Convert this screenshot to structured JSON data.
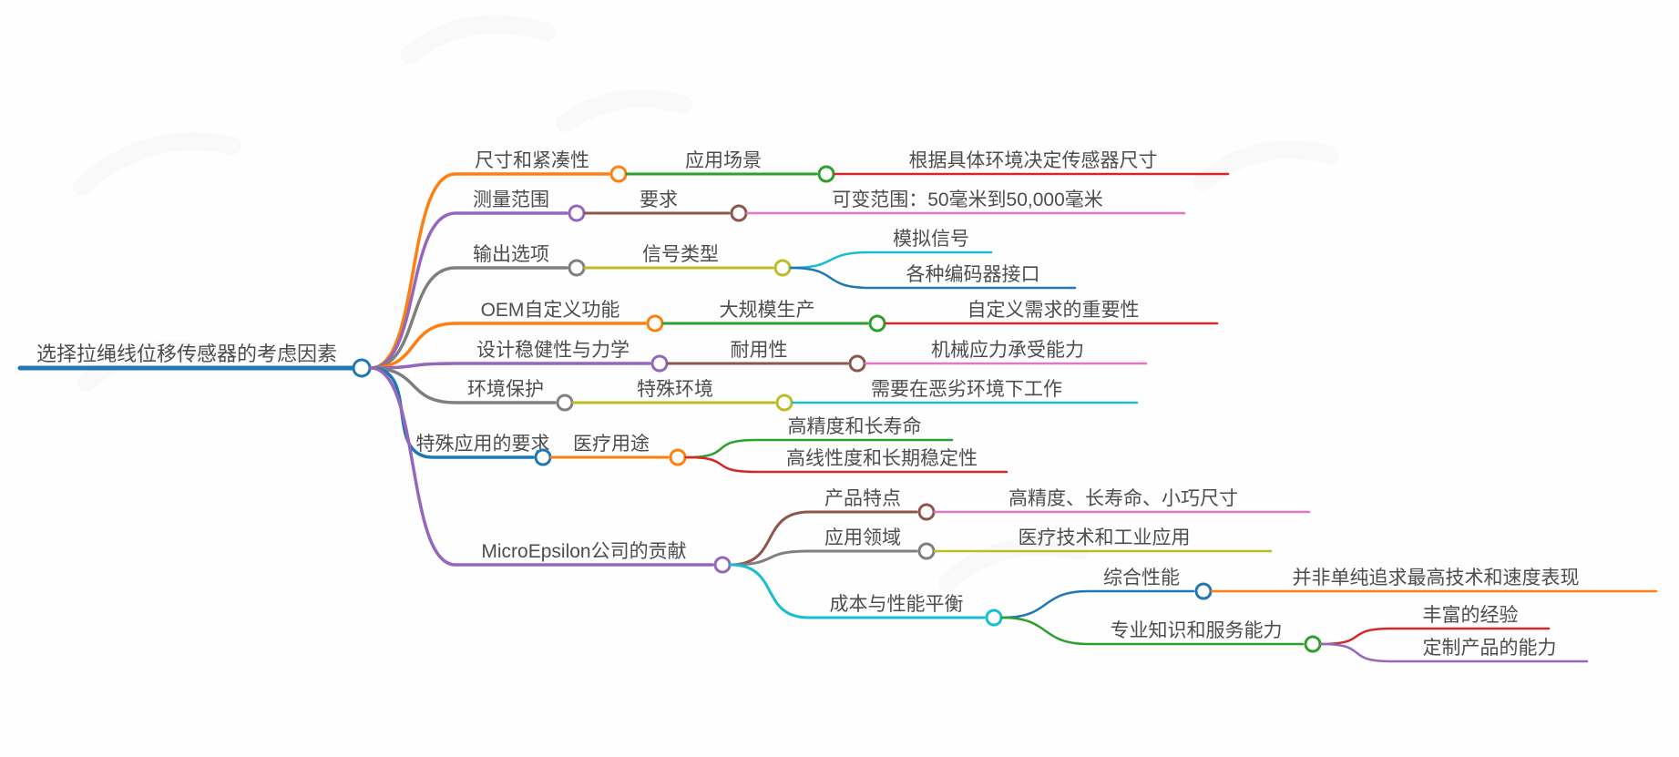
{
  "colors": {
    "blue": "#1f77b4",
    "orange": "#ff7f0e",
    "green": "#2ca02c",
    "red": "#d62728",
    "purple": "#9467bd",
    "brown": "#8c564b",
    "pink": "#e377c2",
    "gray": "#7f7f7f",
    "olive": "#bcbd22",
    "cyan": "#17becf",
    "text": "#4d4d4d"
  },
  "mindmap": {
    "root": {
      "label": "选择拉绳线位移传感器的考虑因素",
      "color": "#1f77b4"
    },
    "branches": [
      {
        "label": "尺寸和紧凑性",
        "color": "#ff7f0e",
        "children": [
          {
            "label": "应用场景",
            "color": "#2ca02c",
            "children": [
              {
                "label": "根据具体环境决定传感器尺寸",
                "color": "#d62728"
              }
            ]
          }
        ]
      },
      {
        "label": "测量范围",
        "color": "#9467bd",
        "children": [
          {
            "label": "要求",
            "color": "#8c564b",
            "children": [
              {
                "label": "可变范围：50毫米到50,000毫米",
                "color": "#e377c2"
              }
            ]
          }
        ]
      },
      {
        "label": "输出选项",
        "color": "#7f7f7f",
        "children": [
          {
            "label": "信号类型",
            "color": "#bcbd22",
            "children": [
              {
                "label": "模拟信号",
                "color": "#17becf"
              },
              {
                "label": "各种编码器接口",
                "color": "#1f77b4"
              }
            ]
          }
        ]
      },
      {
        "label": "OEM自定义功能",
        "color": "#ff7f0e",
        "children": [
          {
            "label": "大规模生产",
            "color": "#2ca02c",
            "children": [
              {
                "label": "自定义需求的重要性",
                "color": "#d62728"
              }
            ]
          }
        ]
      },
      {
        "label": "设计稳健性与力学",
        "color": "#9467bd",
        "children": [
          {
            "label": "耐用性",
            "color": "#8c564b",
            "children": [
              {
                "label": "机械应力承受能力",
                "color": "#e377c2"
              }
            ]
          }
        ]
      },
      {
        "label": "环境保护",
        "color": "#7f7f7f",
        "children": [
          {
            "label": "特殊环境",
            "color": "#bcbd22",
            "children": [
              {
                "label": "需要在恶劣环境下工作",
                "color": "#17becf"
              }
            ]
          }
        ]
      },
      {
        "label": "特殊应用的要求",
        "color": "#1f77b4",
        "children": [
          {
            "label": "医疗用途",
            "color": "#ff7f0e",
            "children": [
              {
                "label": "高精度和长寿命",
                "color": "#2ca02c"
              },
              {
                "label": "高线性度和长期稳定性",
                "color": "#d62728"
              }
            ]
          }
        ]
      },
      {
        "label": "MicroEpsilon公司的贡献",
        "color": "#9467bd",
        "children": [
          {
            "label": "产品特点",
            "color": "#8c564b",
            "children": [
              {
                "label": "高精度、长寿命、小巧尺寸",
                "color": "#e377c2"
              }
            ]
          },
          {
            "label": "应用领域",
            "color": "#7f7f7f",
            "children": [
              {
                "label": "医疗技术和工业应用",
                "color": "#bcbd22"
              }
            ]
          },
          {
            "label": "成本与性能平衡",
            "color": "#17becf",
            "children": [
              {
                "label": "综合性能",
                "color": "#1f77b4",
                "children": [
                  {
                    "label": "并非单纯追求最高技术和速度表现",
                    "color": "#ff7f0e"
                  }
                ]
              },
              {
                "label": "专业知识和服务能力",
                "color": "#2ca02c",
                "children": [
                  {
                    "label": "丰富的经验",
                    "color": "#d62728"
                  },
                  {
                    "label": "定制产品的能力",
                    "color": "#9467bd"
                  }
                ]
              }
            ]
          }
        ]
      }
    ]
  }
}
